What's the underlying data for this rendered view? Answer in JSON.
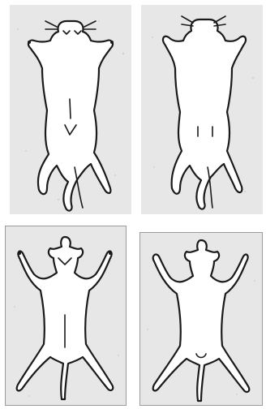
{
  "figure": {
    "panels": [
      {
        "id": "top-left",
        "subject": "cat",
        "view": "ventral"
      },
      {
        "id": "top-right",
        "subject": "cat",
        "view": "dorsal"
      },
      {
        "id": "bottom-left",
        "subject": "rat",
        "view": "ventral"
      },
      {
        "id": "bottom-right",
        "subject": "rat",
        "view": "dorsal"
      }
    ],
    "colors": {
      "background": "#e7e7e7",
      "outline": "#1a1a1a",
      "fill": "#ffffff"
    }
  }
}
